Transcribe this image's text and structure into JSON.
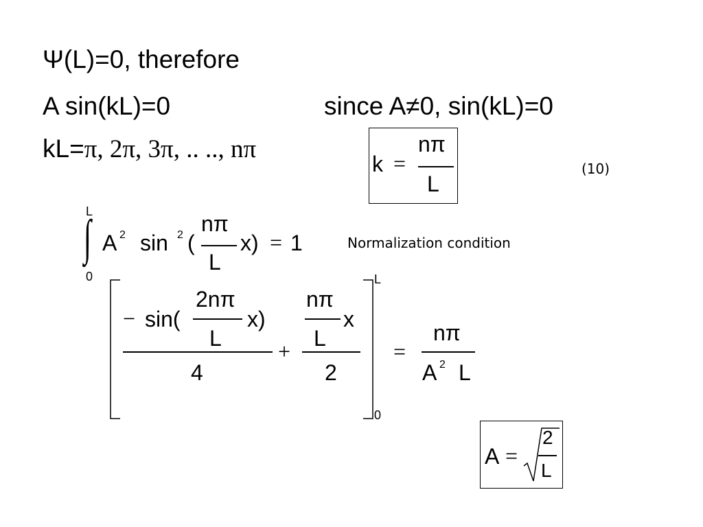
{
  "slide": {
    "line1": "Ψ(L)=0, therefore",
    "line2_left": "A sin(kL)=0",
    "line2_right": "since A≠0, sin(kL)=0",
    "line3_prefix": "kL=",
    "line3_series": "π, 2π, 3π, .. .., n",
    "line3_pi": "π",
    "eq_number": "(10)",
    "normalization_label": "Normalization condition"
  },
  "k_equation": {
    "lhs": "k",
    "equals": "=",
    "numerator": "nπ",
    "denominator": "L"
  },
  "normalization_integral": {
    "upper_limit": "L",
    "lower_limit": "0",
    "integral_sign": "∫",
    "coefficient": "A",
    "coefficient_power": "2",
    "function": "sin",
    "function_power": "2",
    "open_paren": "(",
    "frac_numerator": "nπ",
    "frac_denominator": "L",
    "variable_close": "x)",
    "equals": "=",
    "rhs": "1"
  },
  "evaluated_integral": {
    "minus": "−",
    "sin_open": "sin(",
    "inner_numerator": "2nπ",
    "inner_denominator": "L",
    "inner_close": "x)",
    "first_denominator": "4",
    "plus": "+",
    "second_numerator": "nπ",
    "second_x": "x",
    "second_inner_denominator": "L",
    "second_denominator": "2",
    "upper_limit": "L",
    "lower_limit": "0",
    "equals": "=",
    "rhs_numerator": "nπ",
    "rhs_denominator_base": "A",
    "rhs_denominator_power": "2",
    "rhs_denominator_L": "L"
  },
  "a_equation": {
    "lhs": "A",
    "equals": "=",
    "numerator": "2",
    "denominator": "L"
  }
}
